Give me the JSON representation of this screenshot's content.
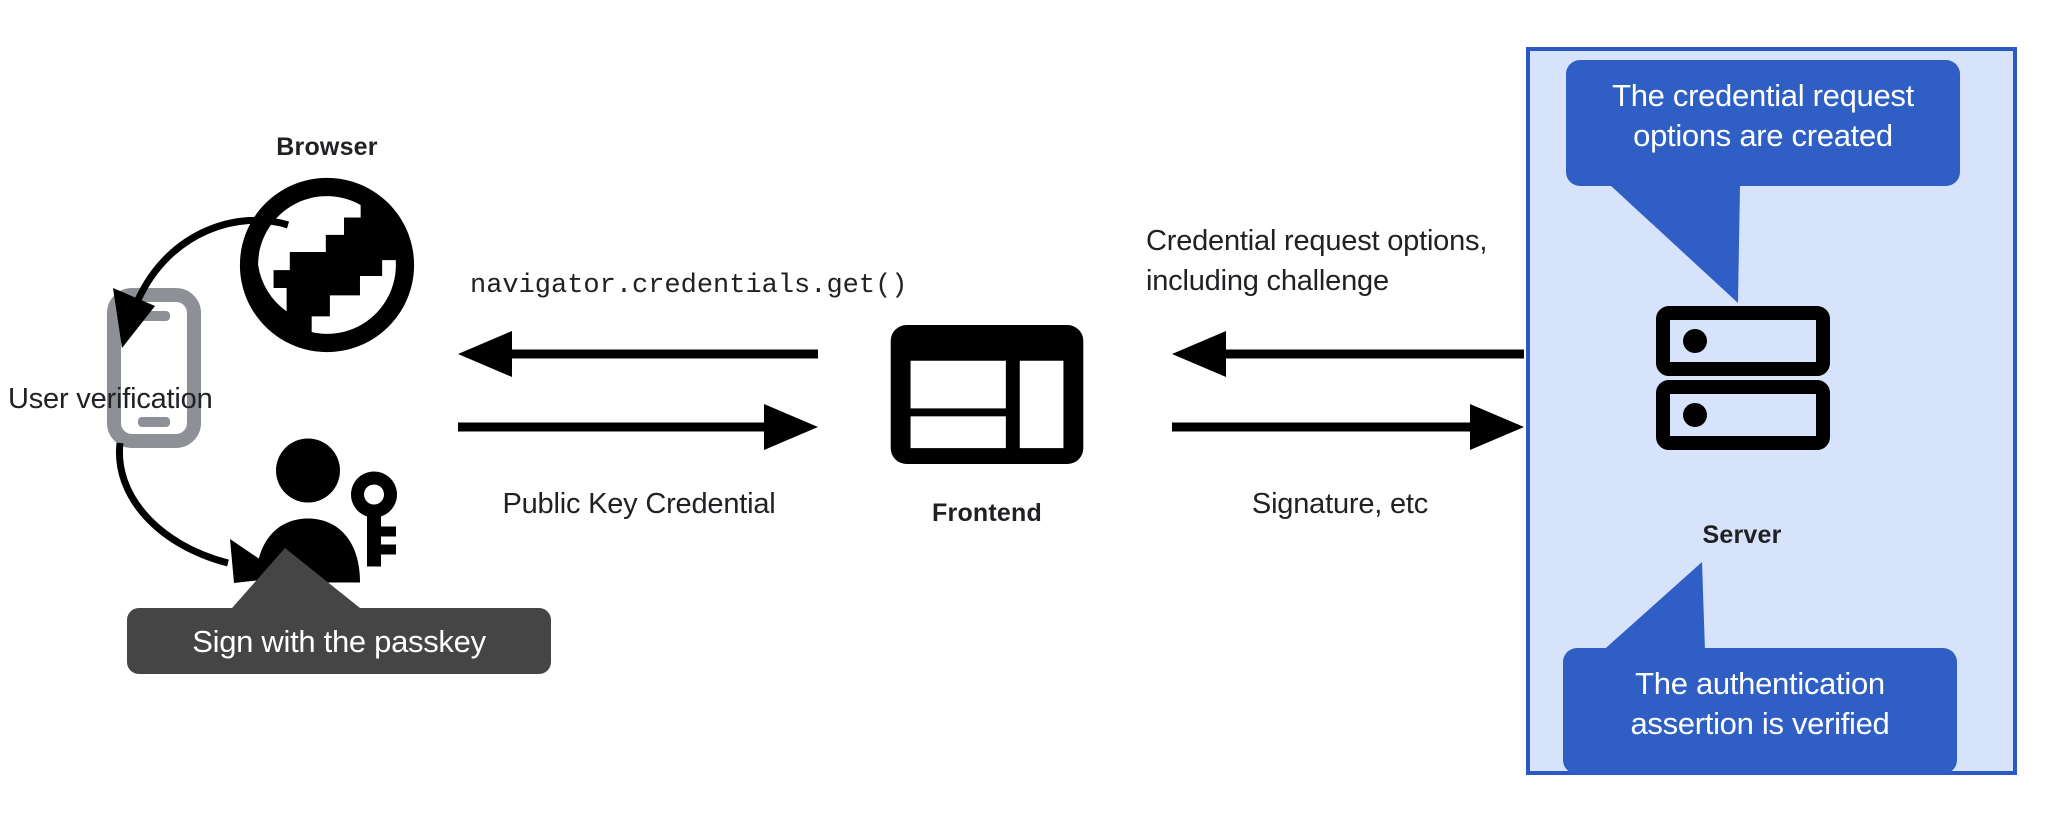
{
  "diagram": {
    "title": "WebAuthn passkey authentication flow",
    "colors": {
      "panel_fill": "#d7e3fb",
      "panel_border": "#2b59c3",
      "callout_blue": "#2f5fc4",
      "callout_dark": "#454545",
      "ink": "#202124",
      "phone_gray": "#8d9196"
    },
    "nodes": [
      {
        "id": "browser",
        "label": "Browser",
        "icon": "globe-icon"
      },
      {
        "id": "phone",
        "label": "",
        "icon": "smartphone-icon"
      },
      {
        "id": "user",
        "label": "",
        "icon": "person-with-key-icon"
      },
      {
        "id": "frontend",
        "label": "Frontend",
        "icon": "dashboard-layout-icon"
      },
      {
        "id": "server",
        "label": "Server",
        "icon": "server-rack-icon"
      }
    ],
    "edge_labels": {
      "user_verification": "User verification",
      "navigator_get": "navigator.credentials.get()",
      "public_key_credential": "Public Key Credential",
      "credential_request_options": "Credential request options,\nincluding challenge",
      "credential_request_options_line1": "Credential request options,",
      "credential_request_options_line2": "including challenge",
      "signature_etc": "Signature, etc"
    },
    "callouts": [
      {
        "id": "credential-options-created",
        "style": "blue",
        "line1": "The credential request",
        "line2": "options are created",
        "tail": "down"
      },
      {
        "id": "assertion-verified",
        "style": "blue",
        "line1": "The authentication",
        "line2": "assertion is verified",
        "tail": "up"
      },
      {
        "id": "sign-with-passkey",
        "style": "dark",
        "line1": "Sign with the passkey",
        "line2": "",
        "tail": "up"
      }
    ]
  }
}
